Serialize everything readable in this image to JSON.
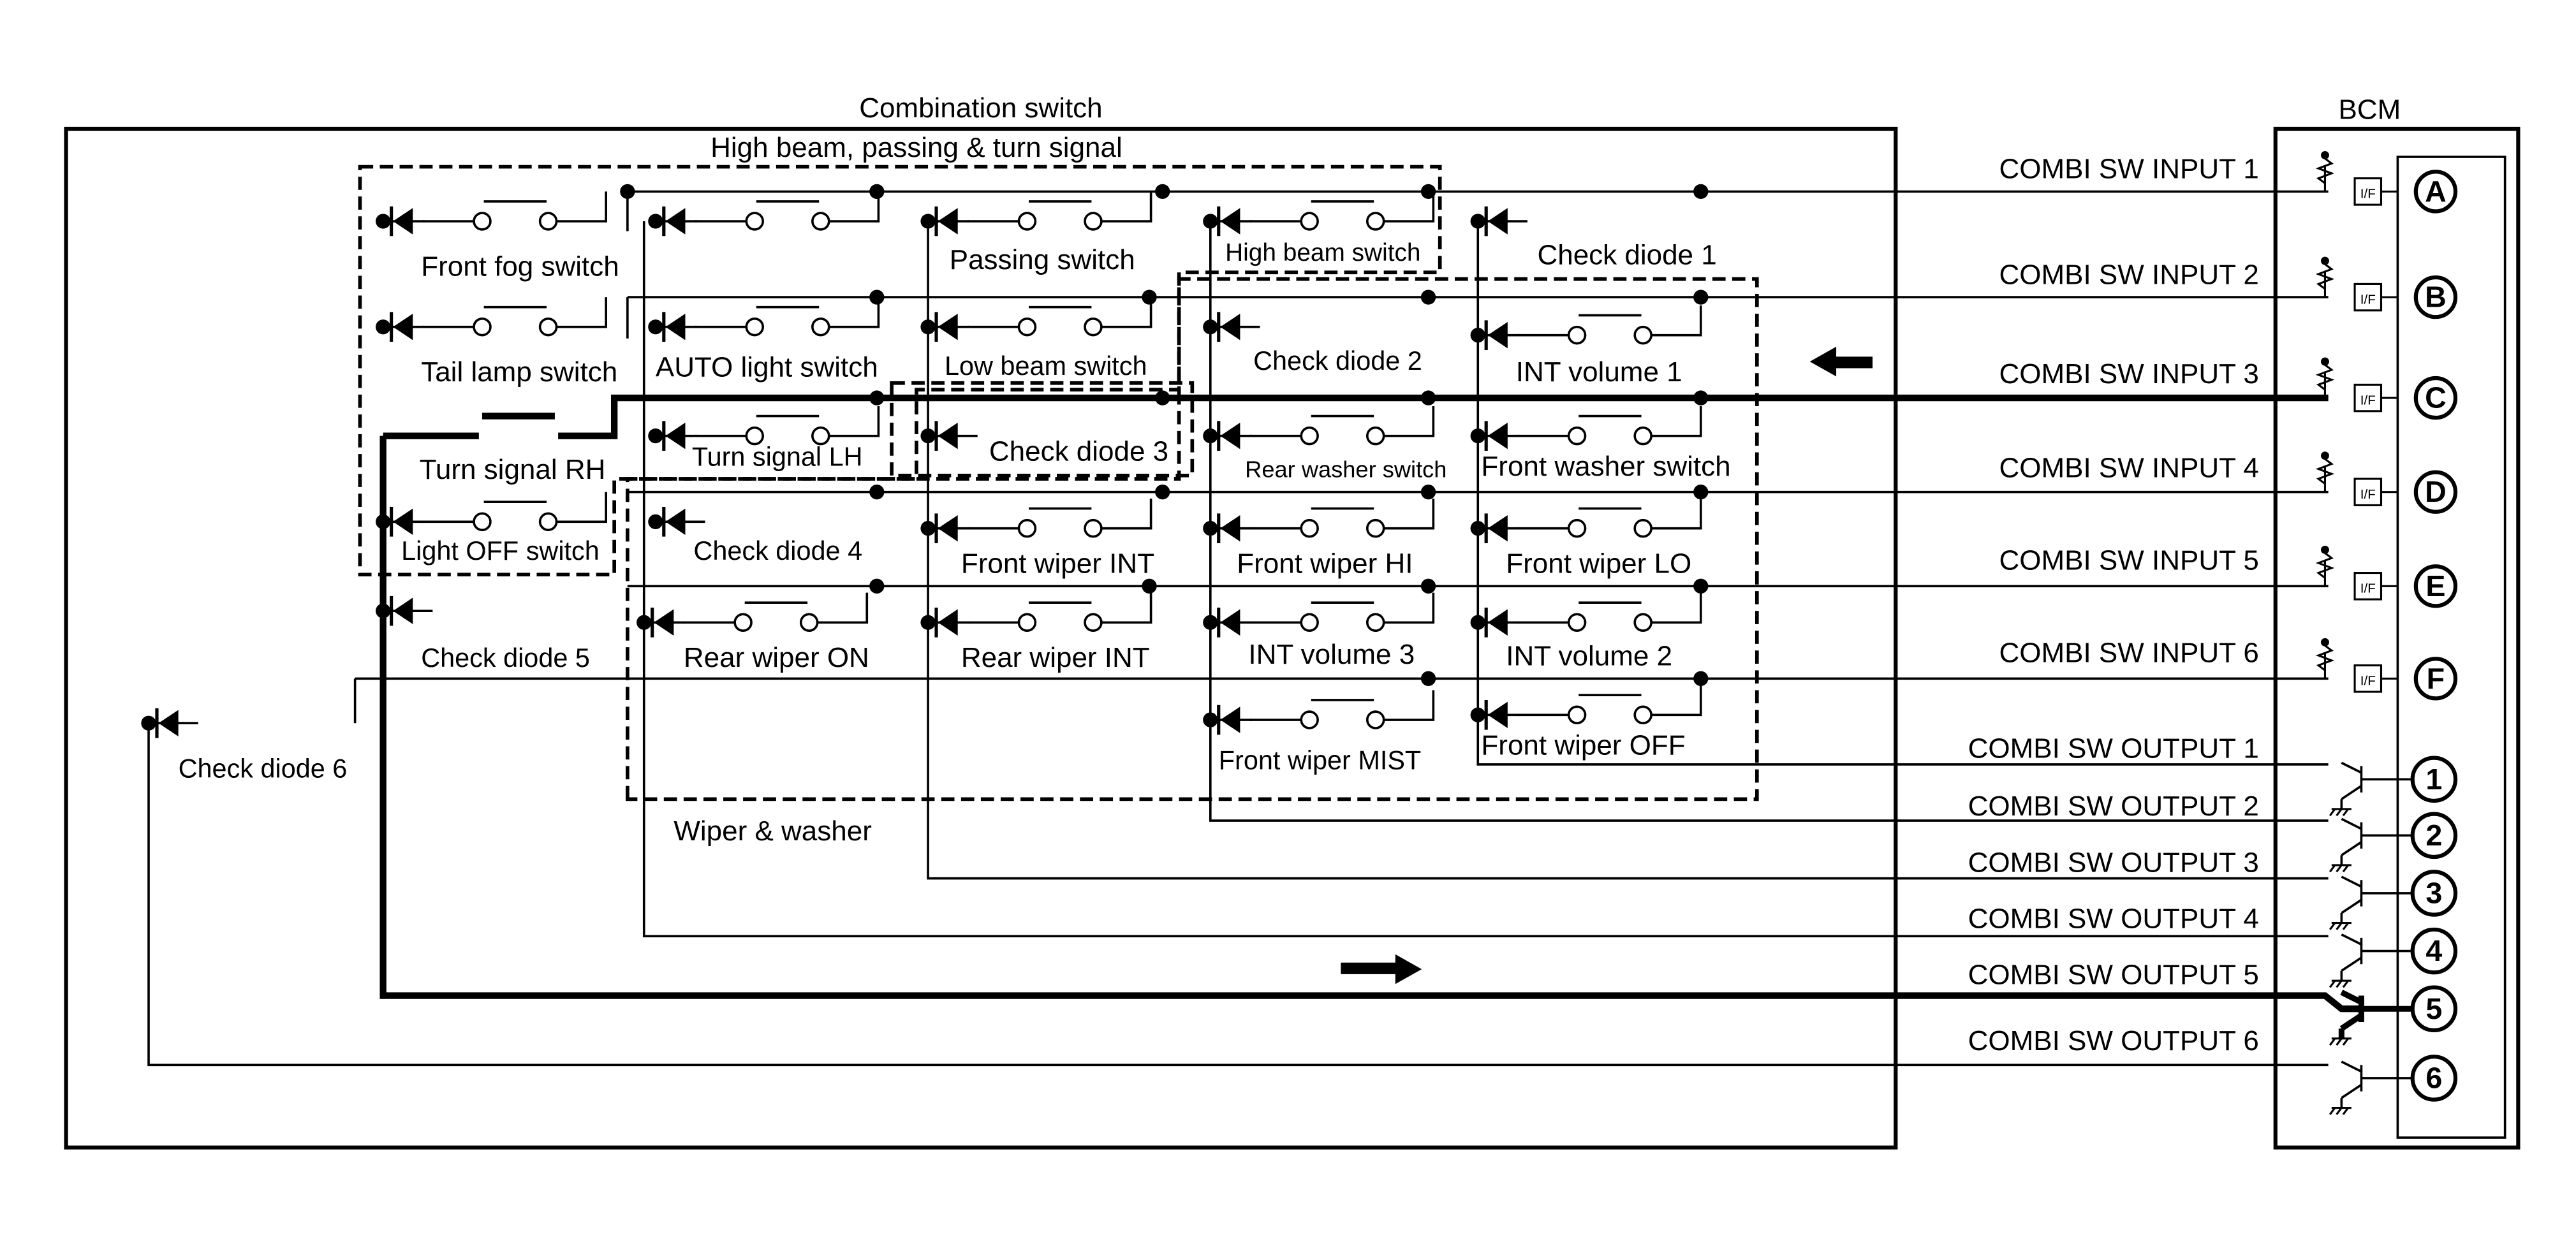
{
  "title": "Combination switch",
  "bcm": {
    "title": "BCM",
    "terminals_input": [
      "A",
      "B",
      "C",
      "D",
      "E",
      "F"
    ],
    "terminals_output": [
      "1",
      "2",
      "3",
      "4",
      "5",
      "6"
    ],
    "interface_label": "I/F"
  },
  "inputs": [
    "COMBI SW INPUT 1",
    "COMBI SW INPUT 2",
    "COMBI SW INPUT 3",
    "COMBI SW INPUT 4",
    "COMBI SW INPUT 5",
    "COMBI SW INPUT 6"
  ],
  "outputs": [
    "COMBI SW OUTPUT 1",
    "COMBI SW OUTPUT 2",
    "COMBI SW OUTPUT 3",
    "COMBI SW OUTPUT 4",
    "COMBI SW OUTPUT 5",
    "COMBI SW OUTPUT 6"
  ],
  "groups": {
    "headlamp": "High beam, passing & turn signal",
    "wiper": "Wiper & washer"
  },
  "labels": {
    "front_fog": "Front fog switch",
    "passing": "Passing switch",
    "high_beam": "High beam switch",
    "check_diode_1": "Check diode 1",
    "tail_lamp": "Tail lamp switch",
    "auto_light": "AUTO light switch",
    "low_beam": "Low beam switch",
    "check_diode_2": "Check diode 2",
    "int_volume_1": "INT volume 1",
    "turn_rh": "Turn signal RH",
    "turn_lh": "Turn signal LH",
    "check_diode_3": "Check diode 3",
    "rear_washer": "Rear washer switch",
    "front_washer": "Front washer switch",
    "light_off": "Light OFF switch",
    "check_diode_4": "Check diode 4",
    "front_wiper_int": "Front wiper INT",
    "front_wiper_hi": "Front wiper HI",
    "front_wiper_lo": "Front wiper LO",
    "check_diode_5": "Check diode 5",
    "rear_wiper_on": "Rear wiper ON",
    "rear_wiper_int": "Rear wiper INT",
    "int_volume_3": "INT volume 3",
    "int_volume_2": "INT volume 2",
    "check_diode_6": "Check diode 6",
    "front_wiper_mist": "Front wiper MIST",
    "front_wiper_off": "Front wiper OFF"
  }
}
